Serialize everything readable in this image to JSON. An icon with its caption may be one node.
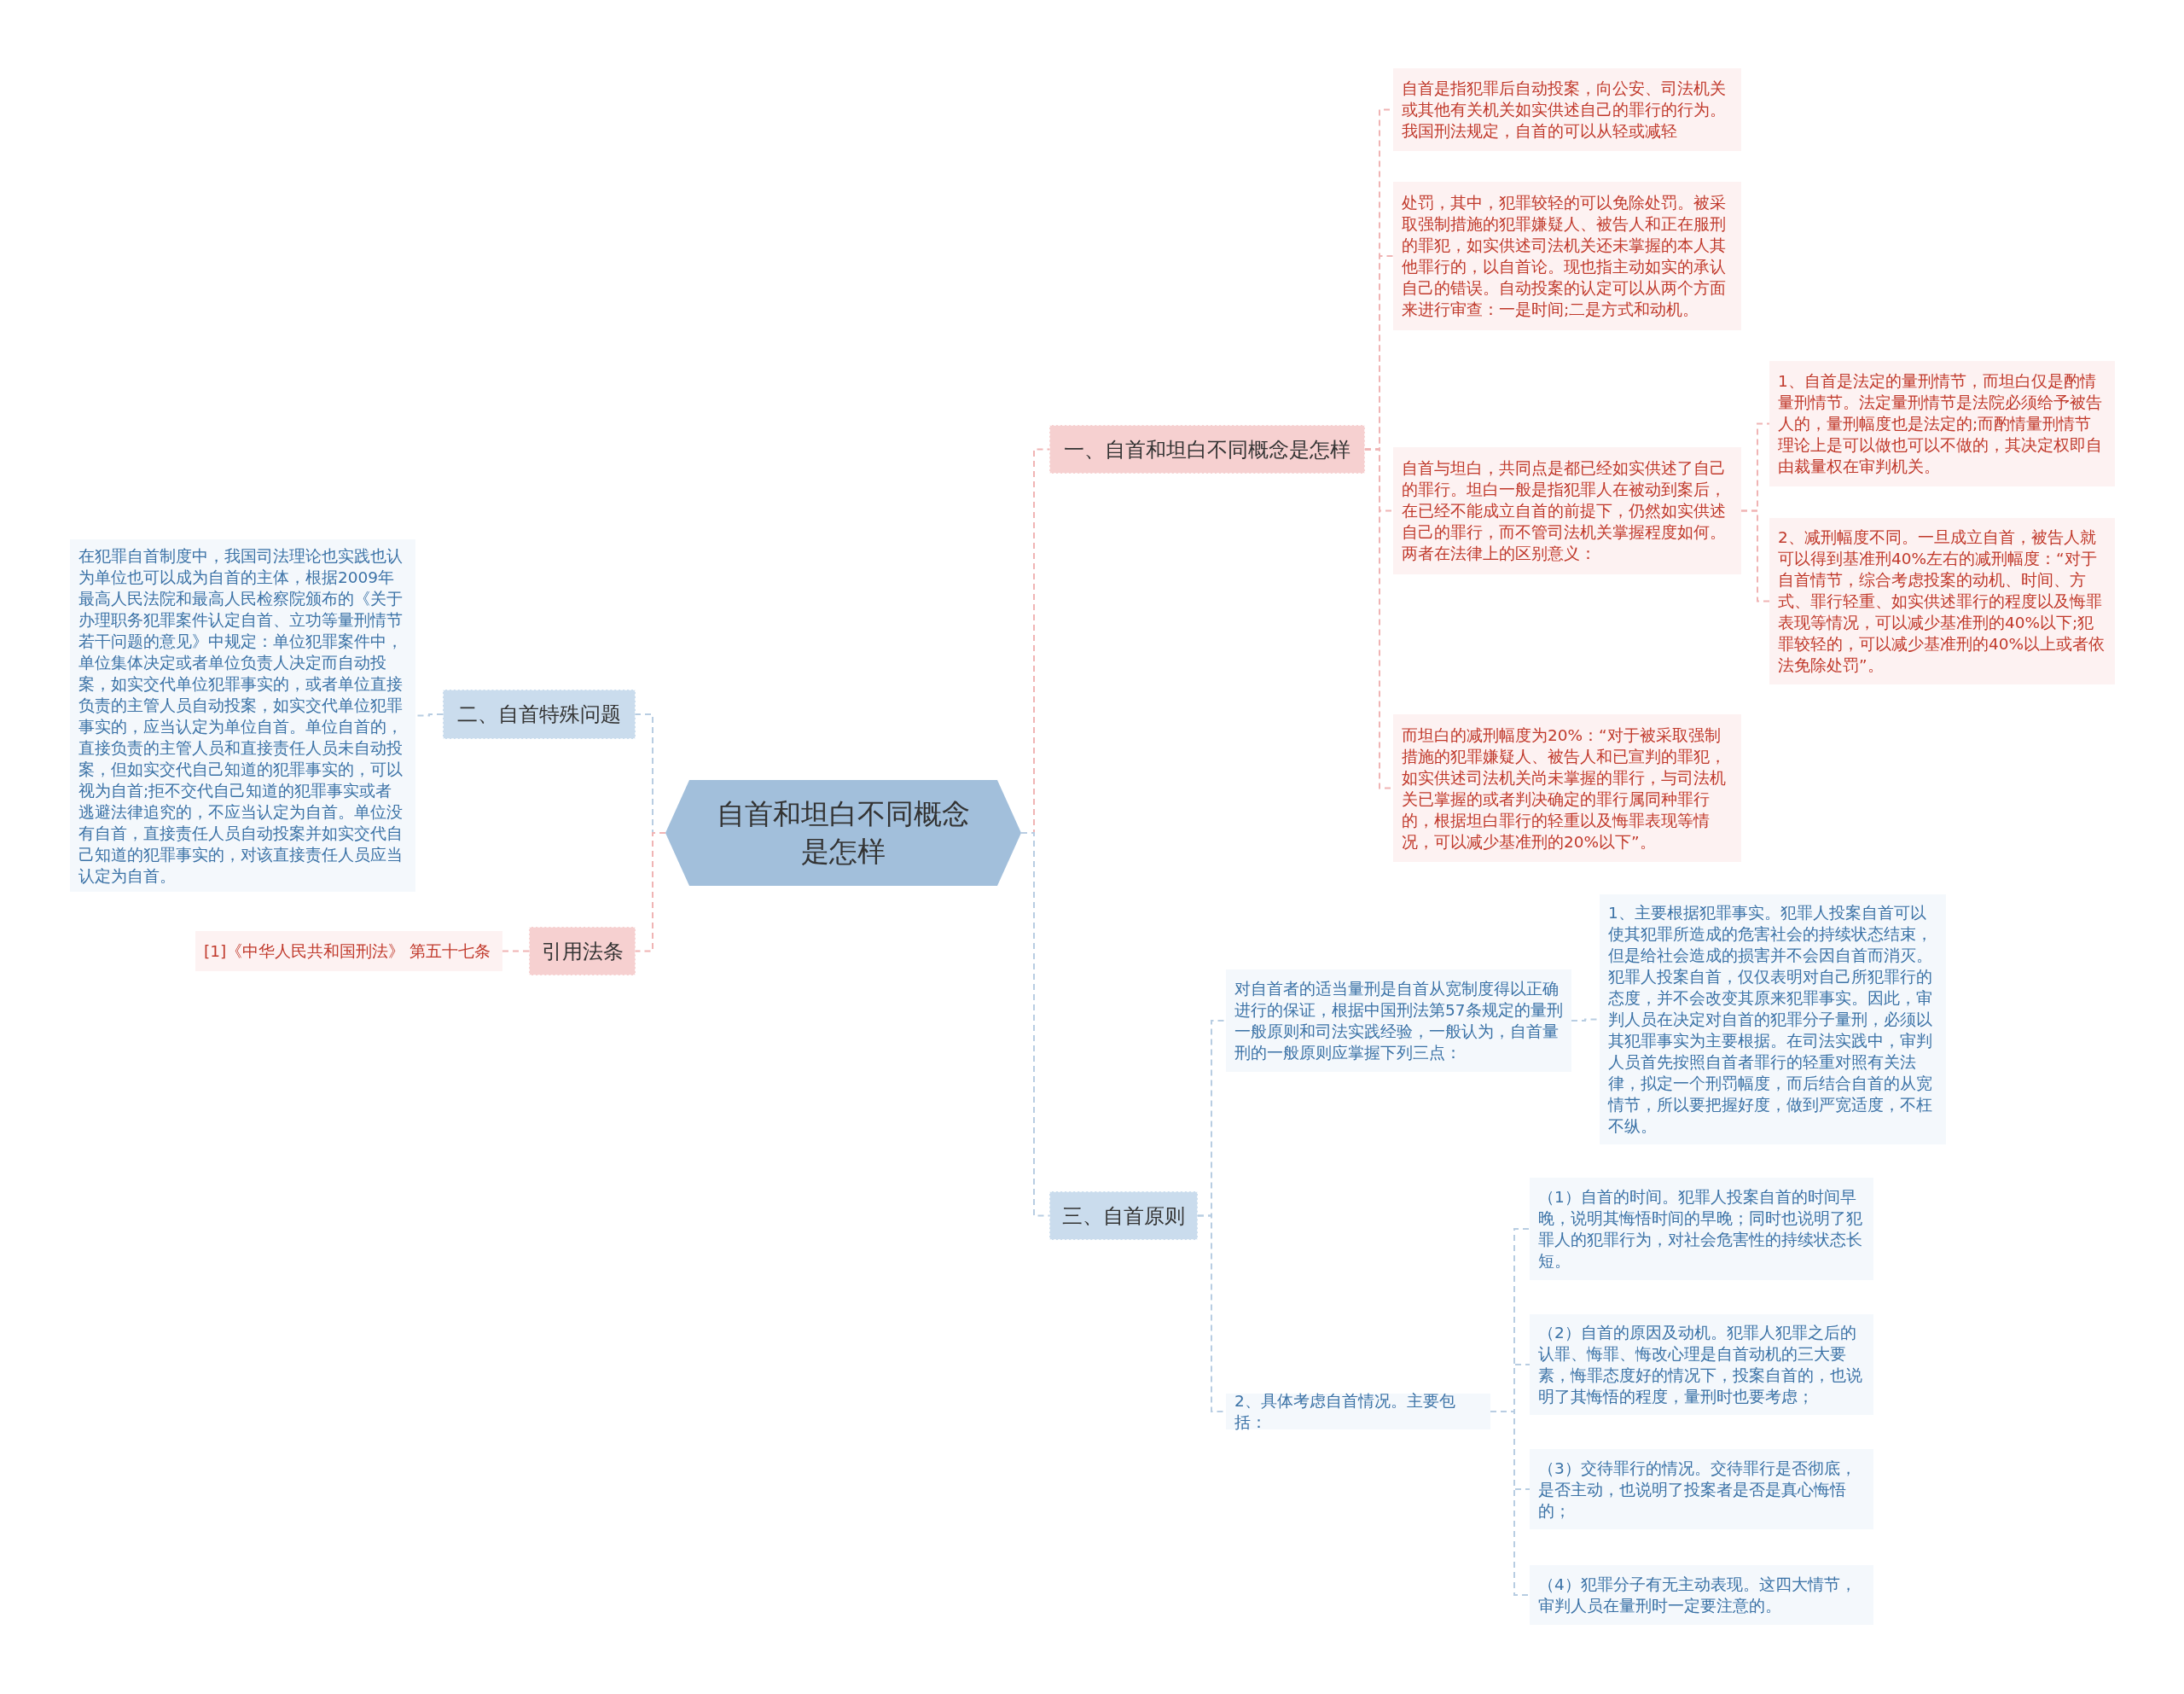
{
  "diagram": {
    "nodes": [
      {
        "text": [
          "自首和坦白不同概念是怎样"
        ]
      },
      {
        "text": [
          "一、自首和坦白不同概念是怎样"
        ]
      },
      {
        "text": [
          "自首是指犯罪后自动投案，向公安、司法机关或其他有关机关如实供述自己的罪行的行为。我国刑法规定，自首的可以从轻或减轻"
        ]
      },
      {
        "text": [
          "处罚，其中，犯罪较轻的可以免除处罚。被采取强制措施的犯罪嫌疑人、被告人和正在服刑的罪犯，如实供述司法机关还未掌握的本人其他罪行的，以自首论。现也指主动如实的承认自己的错误。自动投案的认定可以从两个方面来进行审查：一是时间;二是方式和动机。"
        ]
      },
      {
        "text": [
          "自首与坦白，共同点是都已经如实供述了自己的罪行。坦白一般是指犯罪人在被动到案后，在已经不能成立自首的前提下，仍然如实供述自己的罪行，而不管司法机关掌握程度如何。两者在法律上的区别意义："
        ]
      },
      {
        "text": [
          "1、自首是法定的量刑情节，而坦白仅是酌情量刑情节。法定量刑情节是法院必须给予被告人的，量刑幅度也是法定的;而酌情量刑情节理论上是可以做也可以不做的，其决定权即自由裁量权在审判机关。"
        ]
      },
      {
        "text": [
          "2、减刑幅度不同。一旦成立自首，被告人就可以得到基准刑40%左右的减刑幅度：“对于自首情节，综合考虑投案的动机、时间、方式、罪行轻重、如实供述罪行的程度以及悔罪表现等情况，可以减少基准刑的40%以下;犯罪较轻的，可以减少基准刑的40%以上或者依法免除处罚”。"
        ]
      },
      {
        "text": [
          "而坦白的减刑幅度为20%：“对于被采取强制措施的犯罪嫌疑人、被告人和已宣判的罪犯，如实供述司法机关尚未掌握的罪行，与司法机关已掌握的或者判决确定的罪行属同种罪行的，根据坦白罪行的轻重以及悔罪表现等情况，可以减少基准刑的20%以下”。"
        ]
      },
      {
        "text": [
          "三、自首原则"
        ]
      },
      {
        "text": [
          "对自首者的适当量刑是自首从宽制度得以正确进行的保证，根据中国刑法第57条规定的量刑一般原则和司法实践经验，一般认为，自首量刑的一般原则应掌握下列三点："
        ]
      },
      {
        "text": [
          "1、主要根据犯罪事实。犯罪人投案自首可以使其犯罪所造成的危害社会的持续状态结束，但是给社会造成的损害并不会因自首而消灭。犯罪人投案自首，仅仅表明对自己所犯罪行的态度，并不会改变其原来犯罪事实。因此，审判人员在决定对自首的犯罪分子量刑，必须以其犯罪事实为主要根据。在司法实践中，审判人员首先按照自首者罪行的轻重对照有关法律，拟定一个刑罚幅度，而后结合自首的从宽情节，所以要把握好度，做到严宽适度，不枉不纵。"
        ]
      },
      {
        "text": [
          "2、具体考虑自首情况。主要包括："
        ]
      },
      {
        "text": [
          "（1）自首的时间。犯罪人投案自首的时间早晚，说明其悔悟时间的早晚；同时也说明了犯罪人的犯罪行为，对社会危害性的持续状态长短。"
        ]
      },
      {
        "text": [
          "（2）自首的原因及动机。犯罪人犯罪之后的认罪、悔罪、悔改心理是自首动机的三大要素，悔罪态度好的情况下，投案自首的，也说明了其悔悟的程度，量刑时也要考虑；"
        ]
      },
      {
        "text": [
          "（3）交待罪行的情况。交待罪行是否彻底，是否主动，也说明了投案者是否是真心悔悟的；"
        ]
      },
      {
        "text": [
          "（4）犯罪分子有无主动表现。这四大情节，审判人员在量刑时一定要注意的。"
        ]
      },
      {
        "text": [
          "二、自首特殊问题"
        ]
      },
      {
        "text": [
          "在犯罪自首制度中，我国司法理论也实践也认为单位也可以成为自首的主体，根据2009年最高人民法院和最高人民检察院颁布的《关于办理职务犯罪案件认定自首、立功等量刑情节若干问题的意见》中规定：单位犯罪案件中，单位集体决定或者单位负责人决定而自动投案，如实交代单位犯罪事实的，或者单位直接负责的主管人员自动投案，如实交代单位犯罪事实的，应当认定为单位自首。单位自首的，直接负责的主管人员和直接责任人员未自动投案，但如实交代自己知道的犯罪事实的，可以视为自首;拒不交代自己知道的犯罪事实或者逃避法律追究的，不应当认定为自首。单位没有自首，直接责任人员自动投案并如实交代自己知道的犯罪事实的，对该直接责任人员应当认定为自首。"
        ]
      },
      {
        "text": [
          "引用法条"
        ]
      },
      {
        "text": [
          "[1]《中华人民共和国刑法》 第五十七条"
        ]
      }
    ],
    "edges": [
      {
        "from": 0,
        "to": 1,
        "arrow": "none",
        "color": "#f0b4b4"
      },
      {
        "from": 1,
        "to": 2,
        "arrow": "none",
        "color": "#f0b4b4"
      },
      {
        "from": 1,
        "to": 3,
        "arrow": "none",
        "color": "#f0b4b4"
      },
      {
        "from": 1,
        "to": 4,
        "arrow": "none",
        "color": "#f0b4b4"
      },
      {
        "from": 4,
        "to": 5,
        "arrow": "none",
        "color": "#f0b4b4"
      },
      {
        "from": 4,
        "to": 6,
        "arrow": "none",
        "color": "#f0b4b4"
      },
      {
        "from": 1,
        "to": 7,
        "arrow": "none",
        "color": "#f0b4b4"
      },
      {
        "from": 0,
        "to": 8,
        "arrow": "none"
      },
      {
        "from": 8,
        "to": 9,
        "arrow": "none"
      },
      {
        "from": 9,
        "to": 10,
        "arrow": "none"
      },
      {
        "from": 8,
        "to": 11,
        "arrow": "none"
      },
      {
        "from": 11,
        "to": 12,
        "arrow": "none"
      },
      {
        "from": 11,
        "to": 13,
        "arrow": "none"
      },
      {
        "from": 11,
        "to": 14,
        "arrow": "none"
      },
      {
        "from": 11,
        "to": 15,
        "arrow": "none"
      },
      {
        "from": 0,
        "to": 16,
        "arrow": "none"
      },
      {
        "from": 16,
        "to": 17,
        "arrow": "none"
      },
      {
        "from": 0,
        "to": 18,
        "arrow": "none",
        "color": "#f0b4b4"
      },
      {
        "from": 18,
        "to": 19,
        "arrow": "none",
        "color": "#f0b4b4"
      }
    ]
  }
}
